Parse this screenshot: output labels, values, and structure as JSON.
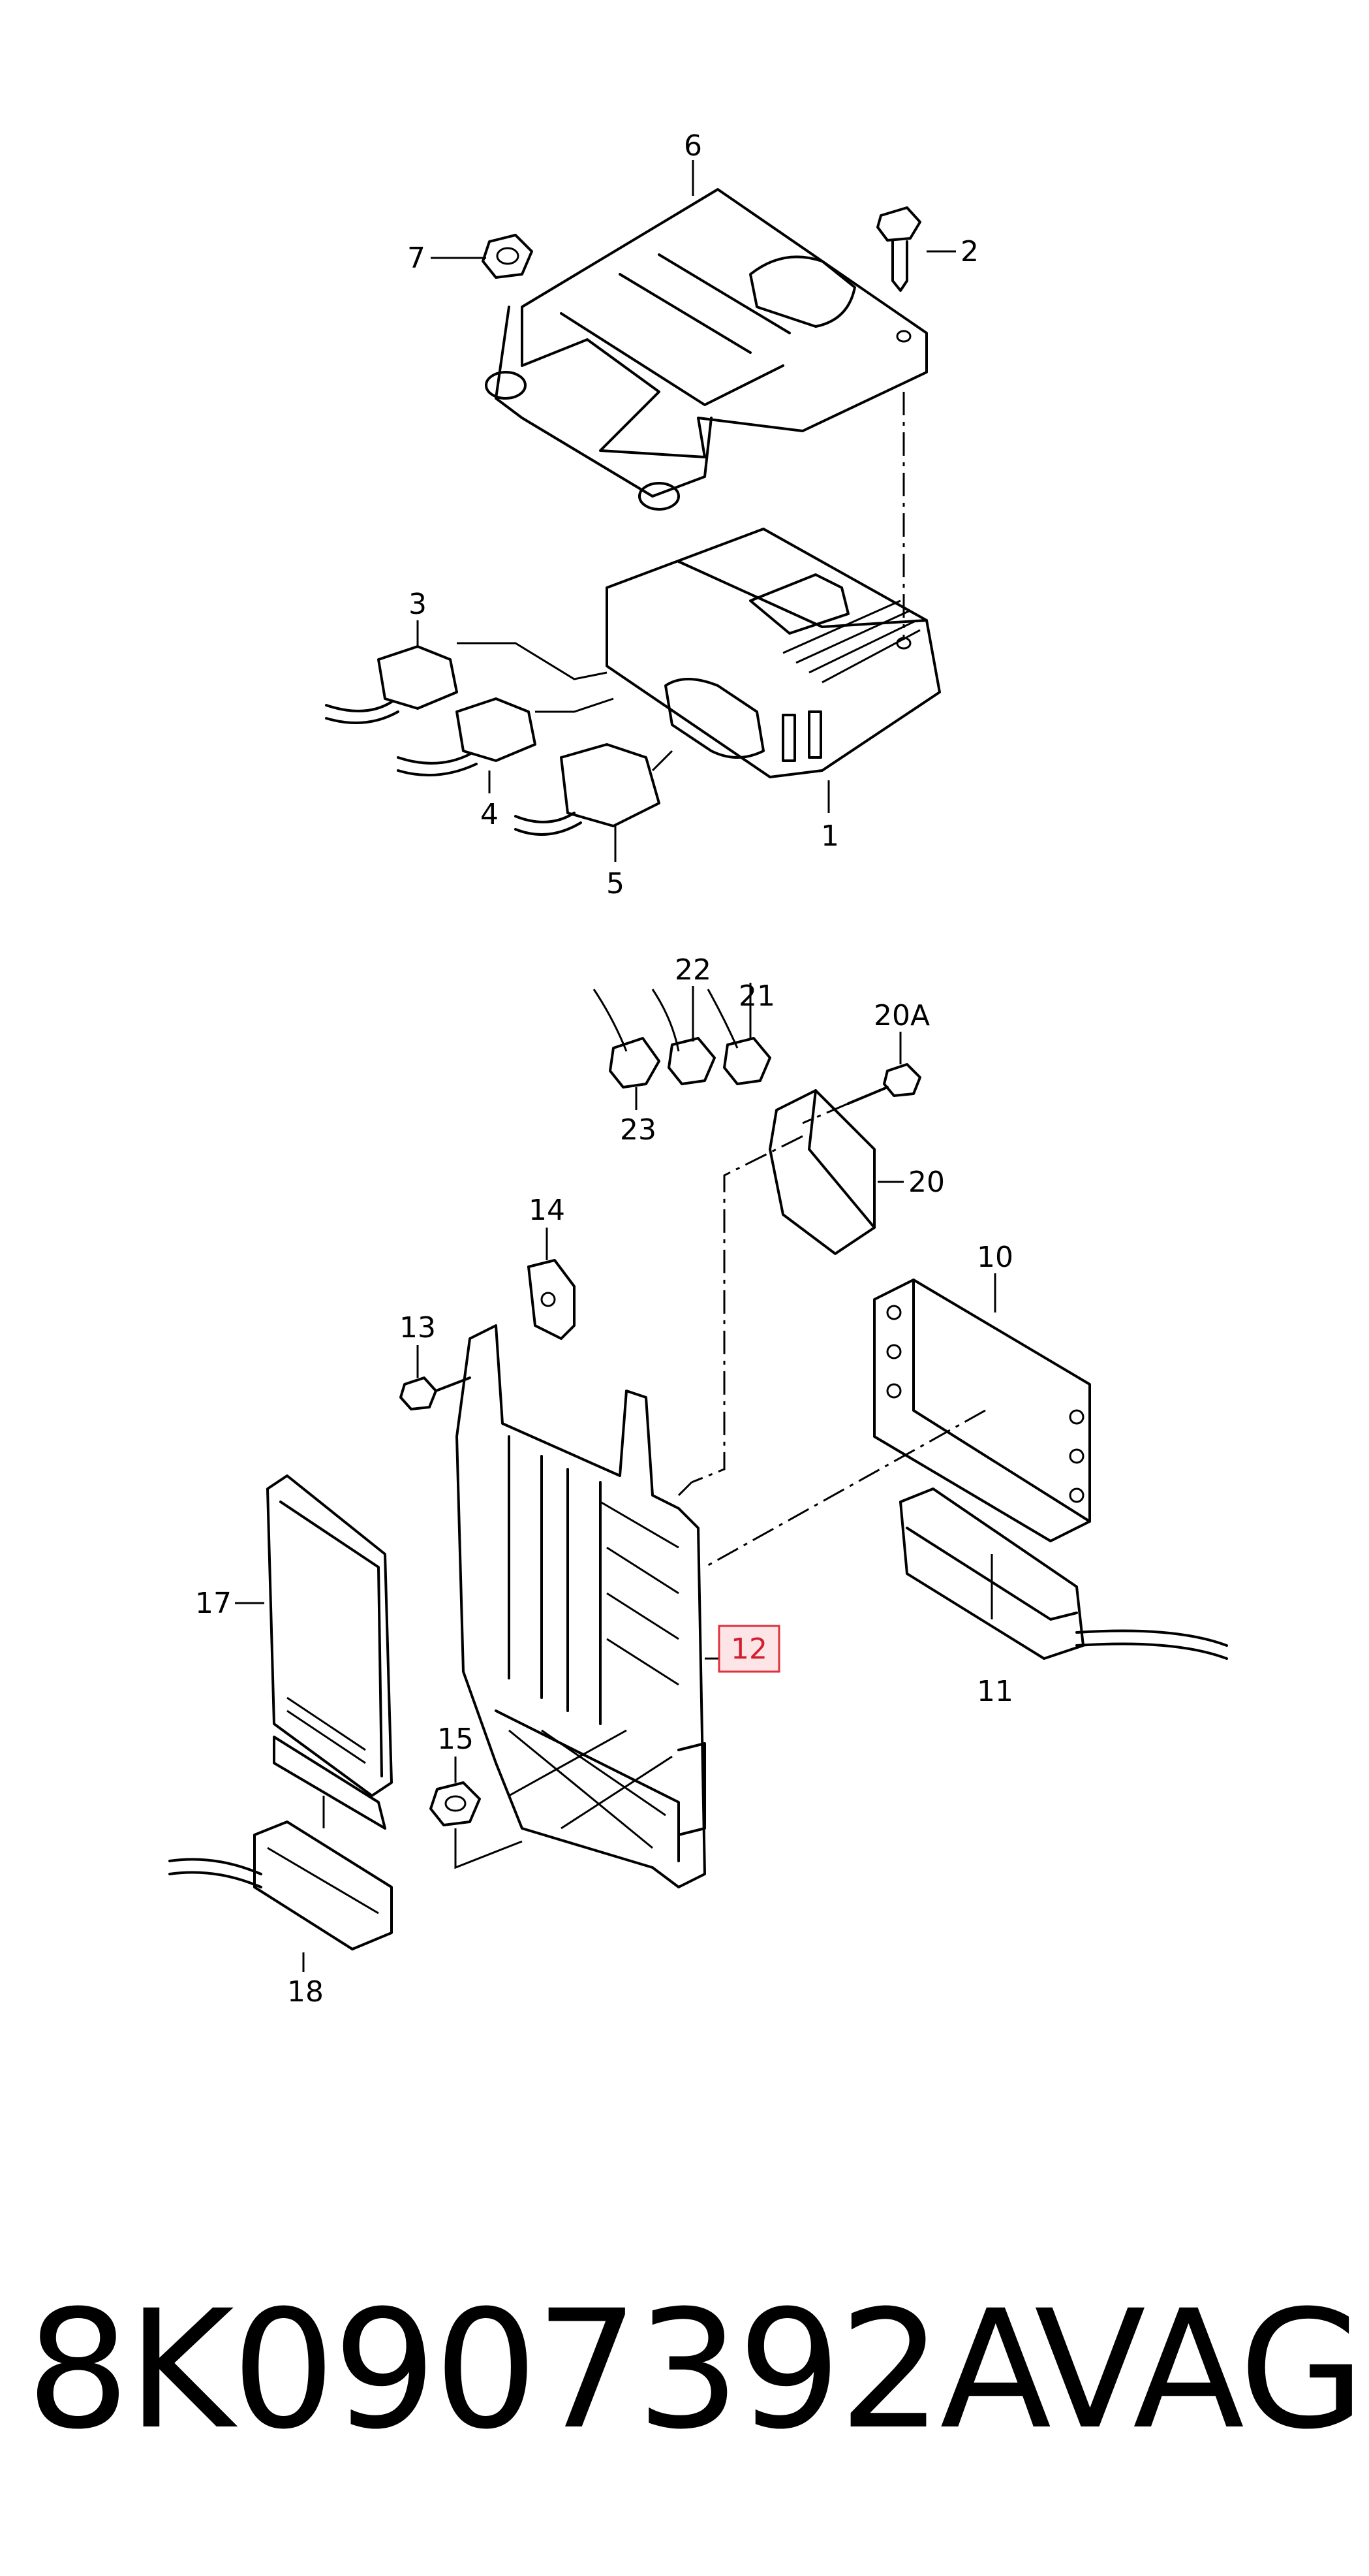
{
  "diagram": {
    "callouts": {
      "c1": "1",
      "c2": "2",
      "c3": "3",
      "c4": "4",
      "c5": "5",
      "c6": "6",
      "c7": "7",
      "c10": "10",
      "c11": "11",
      "c12": "12",
      "c13": "13",
      "c14": "14",
      "c15": "15",
      "c17": "17",
      "c18": "18",
      "c20": "20",
      "c20a": "20A",
      "c21": "21",
      "c22": "22",
      "c23": "23"
    },
    "highlighted_callout": "12",
    "highlight_color": "#e0303c"
  },
  "footer": {
    "part_number": "8K0907392A",
    "brand": "VAG"
  }
}
